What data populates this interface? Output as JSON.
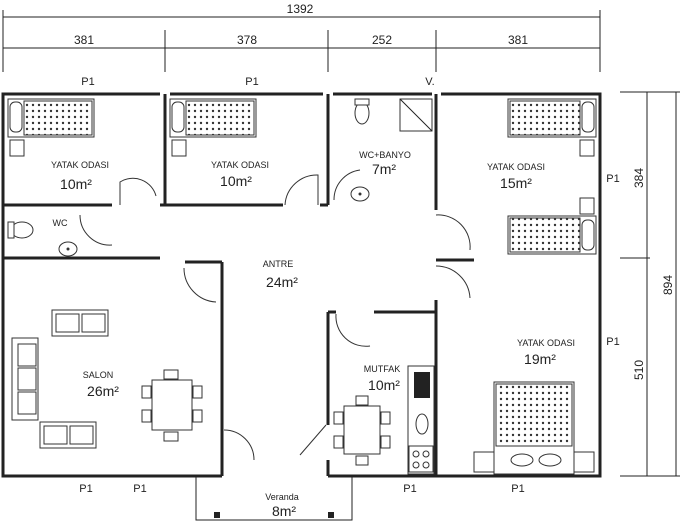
{
  "dimensions": {
    "total_width": "1392",
    "segments": [
      "381",
      "378",
      "252",
      "381"
    ],
    "right_upper": "384",
    "right_lower": "510",
    "total_height": "894"
  },
  "rooms": {
    "bedroom_1": {
      "name": "YATAK ODASI",
      "area": "10m²"
    },
    "bedroom_2": {
      "name": "YATAK ODASI",
      "area": "10m²"
    },
    "wc_bath": {
      "name": "WC+BANYO",
      "area": "7m²"
    },
    "bedroom_3": {
      "name": "YATAK ODASI",
      "area": "15m²"
    },
    "wc": {
      "name": "WC"
    },
    "hall": {
      "name": "ANTRE",
      "area": "24m²"
    },
    "living": {
      "name": "SALON",
      "area": "26m²"
    },
    "kitchen": {
      "name": "MUTFAK",
      "area": "10m²"
    },
    "bedroom_4": {
      "name": "YATAK ODASI",
      "area": "19m²"
    },
    "veranda": {
      "name": "Veranda",
      "area": "8m²"
    }
  },
  "window_tags": {
    "p1": "P1",
    "v": "V."
  }
}
